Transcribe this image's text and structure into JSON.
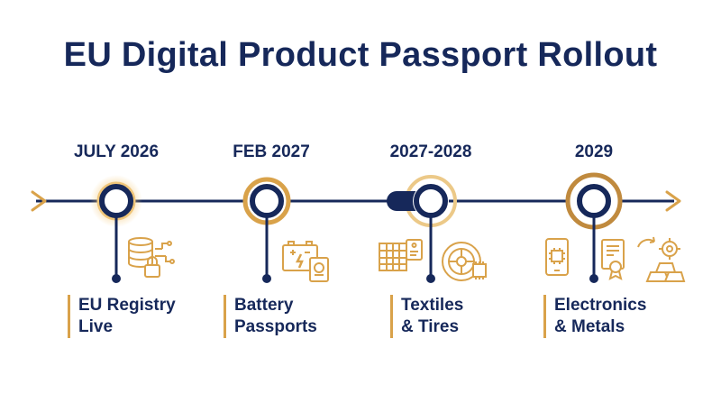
{
  "title": "EU Digital Product Passport Rollout",
  "accent_colors": {
    "navy": "#16285a",
    "gold": "#d9a24a"
  },
  "milestones": [
    {
      "date": "JULY 2026",
      "label": "EU Registry\nLive",
      "icons": [
        "database-icon",
        "lock-icon",
        "network-icon"
      ]
    },
    {
      "date": "FEB 2027",
      "label": "Battery\nPassports",
      "icons": [
        "battery-icon",
        "passport-icon"
      ]
    },
    {
      "date": "2027-2028",
      "label": "Textiles\n& Tires",
      "icons": [
        "textile-weave-icon",
        "tag-icon",
        "tire-icon",
        "chip-icon"
      ]
    },
    {
      "date": "2029",
      "label": "Electronics\n& Metals",
      "icons": [
        "smartphone-chip-icon",
        "certificate-icon",
        "gear-cycle-icon",
        "metal-bars-icon"
      ]
    }
  ]
}
